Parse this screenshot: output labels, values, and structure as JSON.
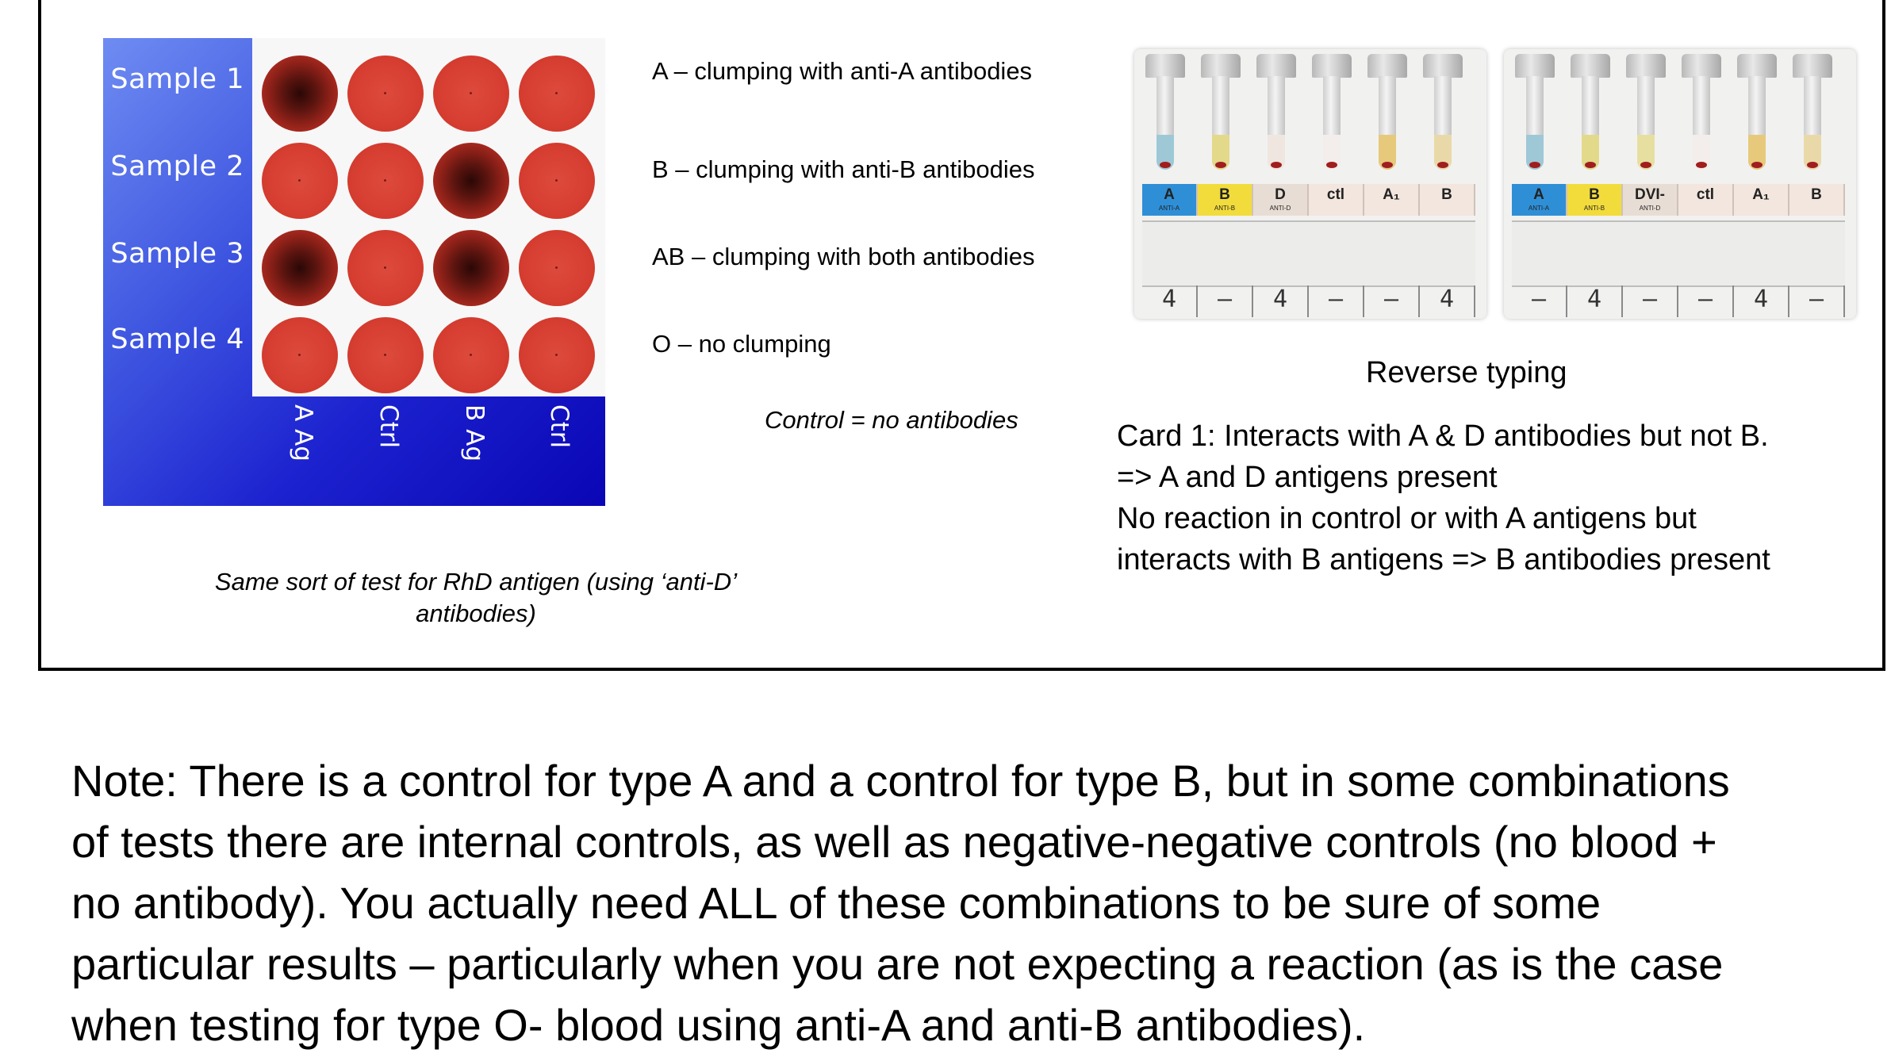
{
  "plate": {
    "samples": [
      "Sample 1",
      "Sample 2",
      "Sample 3",
      "Sample 4"
    ],
    "columns": [
      "A Ag",
      "Ctrl",
      "B Ag",
      "Ctrl"
    ],
    "colors": {
      "plate_blue": "#1c22cf",
      "cell_red": "#d63e31",
      "clump_dark": "#2a0806"
    },
    "clumping": [
      [
        true,
        false,
        false,
        false
      ],
      [
        false,
        false,
        true,
        false
      ],
      [
        true,
        false,
        true,
        false
      ],
      [
        false,
        false,
        false,
        false
      ]
    ]
  },
  "legend": {
    "a": "A – clumping with anti-A antibodies",
    "b": "B – clumping with anti-B antibodies",
    "ab": "AB – clumping with both antibodies",
    "o": "O – no clumping",
    "control": "Control = no antibodies"
  },
  "rhd_note": {
    "line1": "Same sort of test for RhD antigen (using ‘anti-D’",
    "line2": "antibodies)"
  },
  "cards": [
    {
      "labels": [
        "A",
        "B",
        "D",
        "ctl",
        "A₁",
        "B"
      ],
      "sublabels": [
        "ANTI-A",
        "ANTI-B",
        "ANTI-D",
        "",
        "",
        ""
      ],
      "handwritten": [
        "4",
        "–",
        "4",
        "–",
        "–",
        "4"
      ],
      "liquids": [
        "#9ec8d6",
        "#e3d98a",
        "#f0e6e0",
        "#f3eeec",
        "#e6c97a",
        "#ead9a8"
      ]
    },
    {
      "labels": [
        "A",
        "B",
        "DVI-",
        "ctl",
        "A₁",
        "B"
      ],
      "sublabels": [
        "ANTI-A",
        "ANTI-B",
        "ANTI-D",
        "",
        "",
        ""
      ],
      "handwritten": [
        "–",
        "4",
        "–",
        "–",
        "4",
        "–"
      ],
      "liquids": [
        "#9ec8d6",
        "#e3d98a",
        "#e6dfa0",
        "#f3eeec",
        "#e6c97a",
        "#ead9a8"
      ]
    }
  ],
  "reverse_typing": {
    "title": "Reverse typing",
    "lines": [
      "Card 1: Interacts with A & D  antibodies but not B.",
      "=> A and D antigens present",
      "No reaction in control or with A antigens but",
      "interacts with B antigens => B antibodies present"
    ]
  },
  "note": {
    "lines": [
      "Note: There is a control for type A and a control for type B, but in some combinations",
      "of tests there are internal controls, as well as negative-negative controls (no blood +",
      "no antibody). You actually need ALL of these combinations to be sure of some",
      "particular results – particularly when you are not expecting a reaction (as is the case",
      "when testing for type O- blood using anti-A and anti-B antibodies)."
    ]
  }
}
